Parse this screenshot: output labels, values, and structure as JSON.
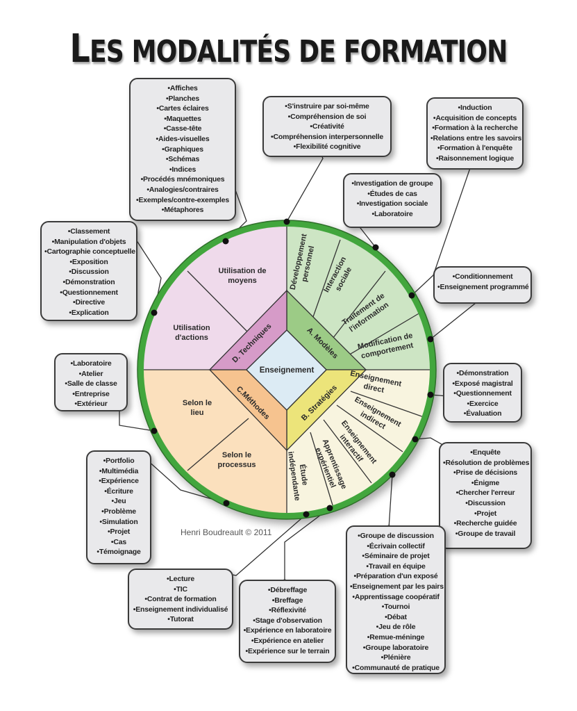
{
  "title": "Les modalités de formation",
  "title_parts": {
    "initial": "L",
    "rest": "ES MODALITÉS DE FORMATION"
  },
  "center": "Enseignement",
  "colors": {
    "ring": "#43a63c",
    "models": "#cde5c4",
    "models_band": "#9ccb86",
    "strategies": "#f8f4df",
    "strategies_band": "#ece47a",
    "methods": "#fbe0bd",
    "methods_band": "#f6c38f",
    "techniques": "#efdaeb",
    "techniques_band": "#d69bc8",
    "center": "#dcebf4",
    "box_bg": "#e9e9eb"
  },
  "quadrants": {
    "models": {
      "label": "A. Modèles",
      "sectors": [
        [
          "Développement",
          "personnel"
        ],
        [
          "Interaction",
          "sociale"
        ],
        [
          "Traitement de",
          "l'information"
        ],
        [
          "Modification de",
          "comportement"
        ]
      ]
    },
    "strategies": {
      "label": "B. Stratégies",
      "sectors": [
        [
          "Enseignement",
          "direct"
        ],
        [
          "Enseignement",
          "indirect"
        ],
        [
          "Enseignement",
          "interactif"
        ],
        [
          "Apprentissage",
          "expérientiel"
        ],
        [
          "Étude",
          "indépendante"
        ]
      ]
    },
    "methods": {
      "label": "C.Méthodes",
      "sectors": [
        [
          "Selon le",
          "lieu"
        ],
        [
          "Selon le",
          "processus"
        ]
      ]
    },
    "techniques": {
      "label": "D. Techniques",
      "sectors": [
        [
          "Utilisation de",
          "moyens"
        ],
        [
          "Utilisation",
          "d'actions"
        ]
      ]
    }
  },
  "boxes": {
    "moyens": [
      "Affiches",
      "Planches",
      "Cartes éclaires",
      "Maquettes",
      "Casse-tête",
      "Aides-visuelles",
      "Graphiques",
      "Schémas",
      "Indices",
      "Procédés mnémoniques",
      "Analogies/contraires",
      "Exemples/contre-exemples",
      "Métaphores"
    ],
    "developpement_personnel": [
      "S'instruire par soi-même",
      "Compréhension de soi",
      "Créativité",
      "Compréhension interpersonnelle",
      "Flexibilité cognitive"
    ],
    "traitement_information": [
      "Induction",
      "Acquisition de concepts",
      "Formation à la recherche",
      "Relations entre les savoirs",
      "Formation à l'enquête",
      "Raisonnement logique"
    ],
    "interaction_sociale": [
      "Investigation de groupe",
      "Études de cas",
      "Investigation sociale",
      "Laboratoire"
    ],
    "actions": [
      "Classement",
      "Manipulation d'objets",
      "Cartographie conceptuelle",
      "Exposition",
      "Discussion",
      "Démonstration",
      "Questionnement",
      "Directive",
      "Explication"
    ],
    "modification_comportement": [
      "Conditionnement",
      "Enseignement programmé"
    ],
    "lieu": [
      "Laboratoire",
      "Atelier",
      "Salle de classe",
      "Entreprise",
      "Extérieur"
    ],
    "enseignement_direct": [
      "Démonstration",
      "Exposé magistral",
      "Questionnement",
      "Exercice",
      "Évaluation"
    ],
    "enseignement_indirect": [
      "Enquête",
      "Résolution de problèmes",
      "Prise de décisions",
      "Énigme",
      "Chercher l'erreur",
      "Discussion",
      "Projet",
      "Recherche guidée",
      "Groupe de travail"
    ],
    "processus": [
      "Portfolio",
      "Multimédia",
      "Expérience",
      "Écriture",
      "Jeu",
      "Problème",
      "Simulation",
      "Projet",
      "Cas",
      "Témoignage"
    ],
    "enseignement_interactif": [
      "Groupe de discussion",
      "Écrivain collectif",
      "Séminaire de projet",
      "Travail en équipe",
      "Préparation d'un exposé",
      "Enseignement par les pairs",
      "Apprentissage coopératif",
      "Tournoi",
      "Débat",
      "Jeu de rôle",
      "Remue-méninge",
      "Groupe laboratoire",
      "Plénière",
      "Communauté de pratique"
    ],
    "apprentissage_experientiel": [
      "Débreffage",
      "Breffage",
      "Réflexivité",
      "Stage d'observation",
      "Expérience en laboratoire",
      "Expérience en atelier",
      "Expérience sur le terrain"
    ],
    "etude_independante": [
      "Lecture",
      "TIC",
      "Contrat de formation",
      "Enseignement individualisé",
      "Tutorat"
    ]
  },
  "credit": "Henri Boudreault © 2011"
}
